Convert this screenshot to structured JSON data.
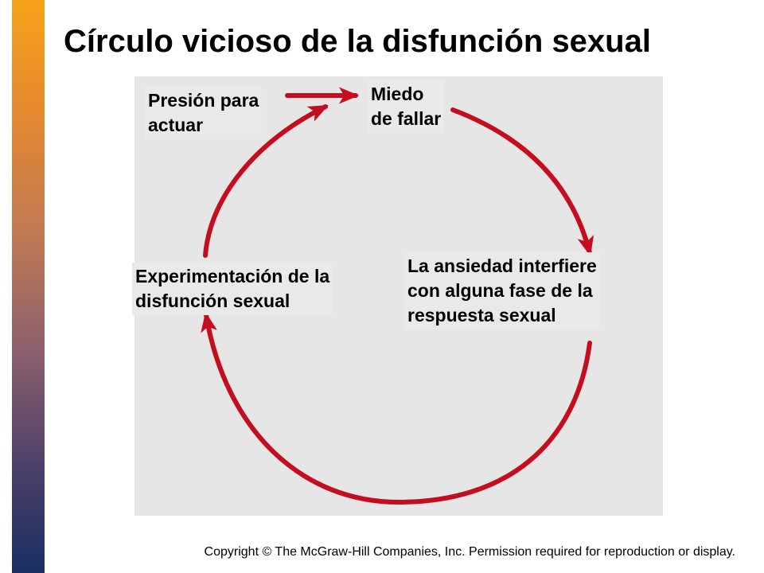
{
  "title": "Círculo vicioso de la disfunción sexual",
  "nodes": {
    "pressure": [
      "Presión para",
      "actuar"
    ],
    "fear": [
      "Miedo",
      "de fallar"
    ],
    "anxiety": [
      "La ansiedad interfiere",
      "con alguna fase de la",
      "respuesta sexual"
    ],
    "dysfunction": [
      "Experimentación de la",
      "disfunción sexual"
    ]
  },
  "copyright": "Copyright © The McGraw-Hill Companies, Inc. Permission required for reproduction or display.",
  "colors": {
    "arrow": "#c40d1e",
    "panel": "#e6e6e6",
    "bar_top": "#f7a21a",
    "bar_bottom": "#1a2f62"
  }
}
